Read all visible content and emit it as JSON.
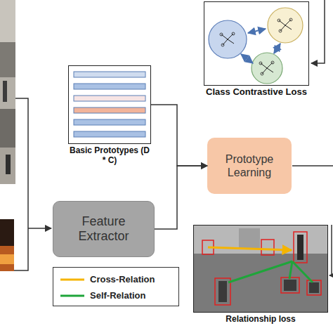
{
  "diagram": {
    "nodes": [
      {
        "text": [
          "Class Contrastive Loss"
        ]
      },
      {
        "text": [
          "Basic Prototypes (D * C)"
        ]
      },
      {
        "text": [
          "Prototype Learning"
        ]
      },
      {
        "text": [
          "Feature Extractor"
        ]
      },
      {
        "text": [
          "Relationship loss"
        ]
      }
    ],
    "edges": [
      {
        "from": 1,
        "to": 2,
        "arrow": "to"
      },
      {
        "from": 3,
        "to": 2,
        "arrow": "to"
      }
    ],
    "legend": [
      {
        "text": "Cross-Relation"
      },
      {
        "text": "Self-Relation"
      }
    ]
  }
}
